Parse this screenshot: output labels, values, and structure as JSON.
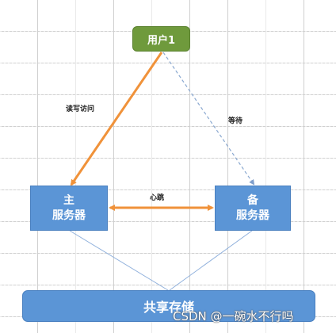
{
  "nodes": {
    "user": "用户1",
    "primary_line1": "主",
    "primary_line2": "服务器",
    "standby_line1": "备",
    "standby_line2": "服务器",
    "storage": "共享存储"
  },
  "edges": {
    "user_to_primary": "读写访问",
    "user_to_standby": "等待",
    "heartbeat": "心跳"
  },
  "watermark": "CSDN @一碗水不行吗",
  "colors": {
    "user_node": "#6f9a3c",
    "server_node": "#5b95d6",
    "arrow_orange": "#f0923a",
    "dashed_blue": "#8aa8d0"
  }
}
